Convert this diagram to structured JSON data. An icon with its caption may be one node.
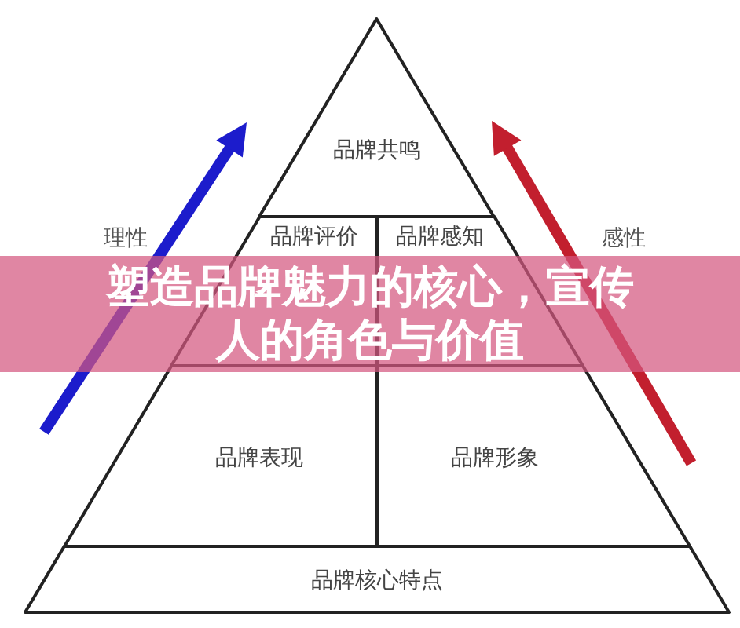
{
  "diagram": {
    "title": "塑造品牌魅力的核心，宣传人的角色与价值",
    "nodes": [
      {
        "text": [
          "品牌共鸣"
        ]
      },
      {
        "text": [
          "品牌评价"
        ]
      },
      {
        "text": [
          "品牌感知"
        ]
      },
      {
        "text": [
          "品牌表现"
        ]
      },
      {
        "text": [
          "品牌形象"
        ]
      },
      {
        "text": [
          "品牌核心特点"
        ]
      }
    ],
    "labels": [
      "理性",
      "感性"
    ]
  }
}
